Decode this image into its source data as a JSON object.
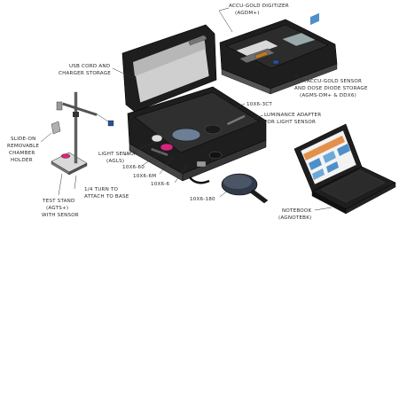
{
  "labels": {
    "digitizer": [
      "ACCU-GOLD DIGITIZER",
      "(AGDM+)"
    ],
    "usb_storage": [
      "USB CORD AND",
      "CHARGER STORAGE"
    ],
    "sensor_storage": [
      "ACCU-GOLD SENSOR",
      "AND DOSE DIODE STORAGE",
      "(AGMS-DM+ & DDX6)"
    ],
    "ion_3cc": [
      "10X6-3CT"
    ],
    "luminance": [
      "LUMINANCE ADAPTER",
      "FOR LIGHT SENSOR"
    ],
    "light_sensor": [
      "LIGHT SENSOR",
      "(AGLS)"
    ],
    "ion_60": [
      "10X6-60"
    ],
    "ion_6m": [
      "10X6-6M"
    ],
    "ion_6": [
      "10X6-6"
    ],
    "ion_180": [
      "10X6-180"
    ],
    "chamber_holder": [
      "SLIDE-ON",
      "REMOVABLE",
      "CHAMBER",
      "HOLDER"
    ],
    "turn_attach": [
      "1/4 TURN TO",
      "ATTACH TO BASE"
    ],
    "test_stand": [
      "TEST STAND",
      "(AGTS+)",
      "WITH SENSOR"
    ],
    "notebook": [
      "NOTEBOOK",
      "(AGNOTEBK)"
    ]
  },
  "colors": {
    "magenta_accent": "#d6247e",
    "screen_blue": "#4d8fc9",
    "screen_orange": "#e3914a"
  }
}
